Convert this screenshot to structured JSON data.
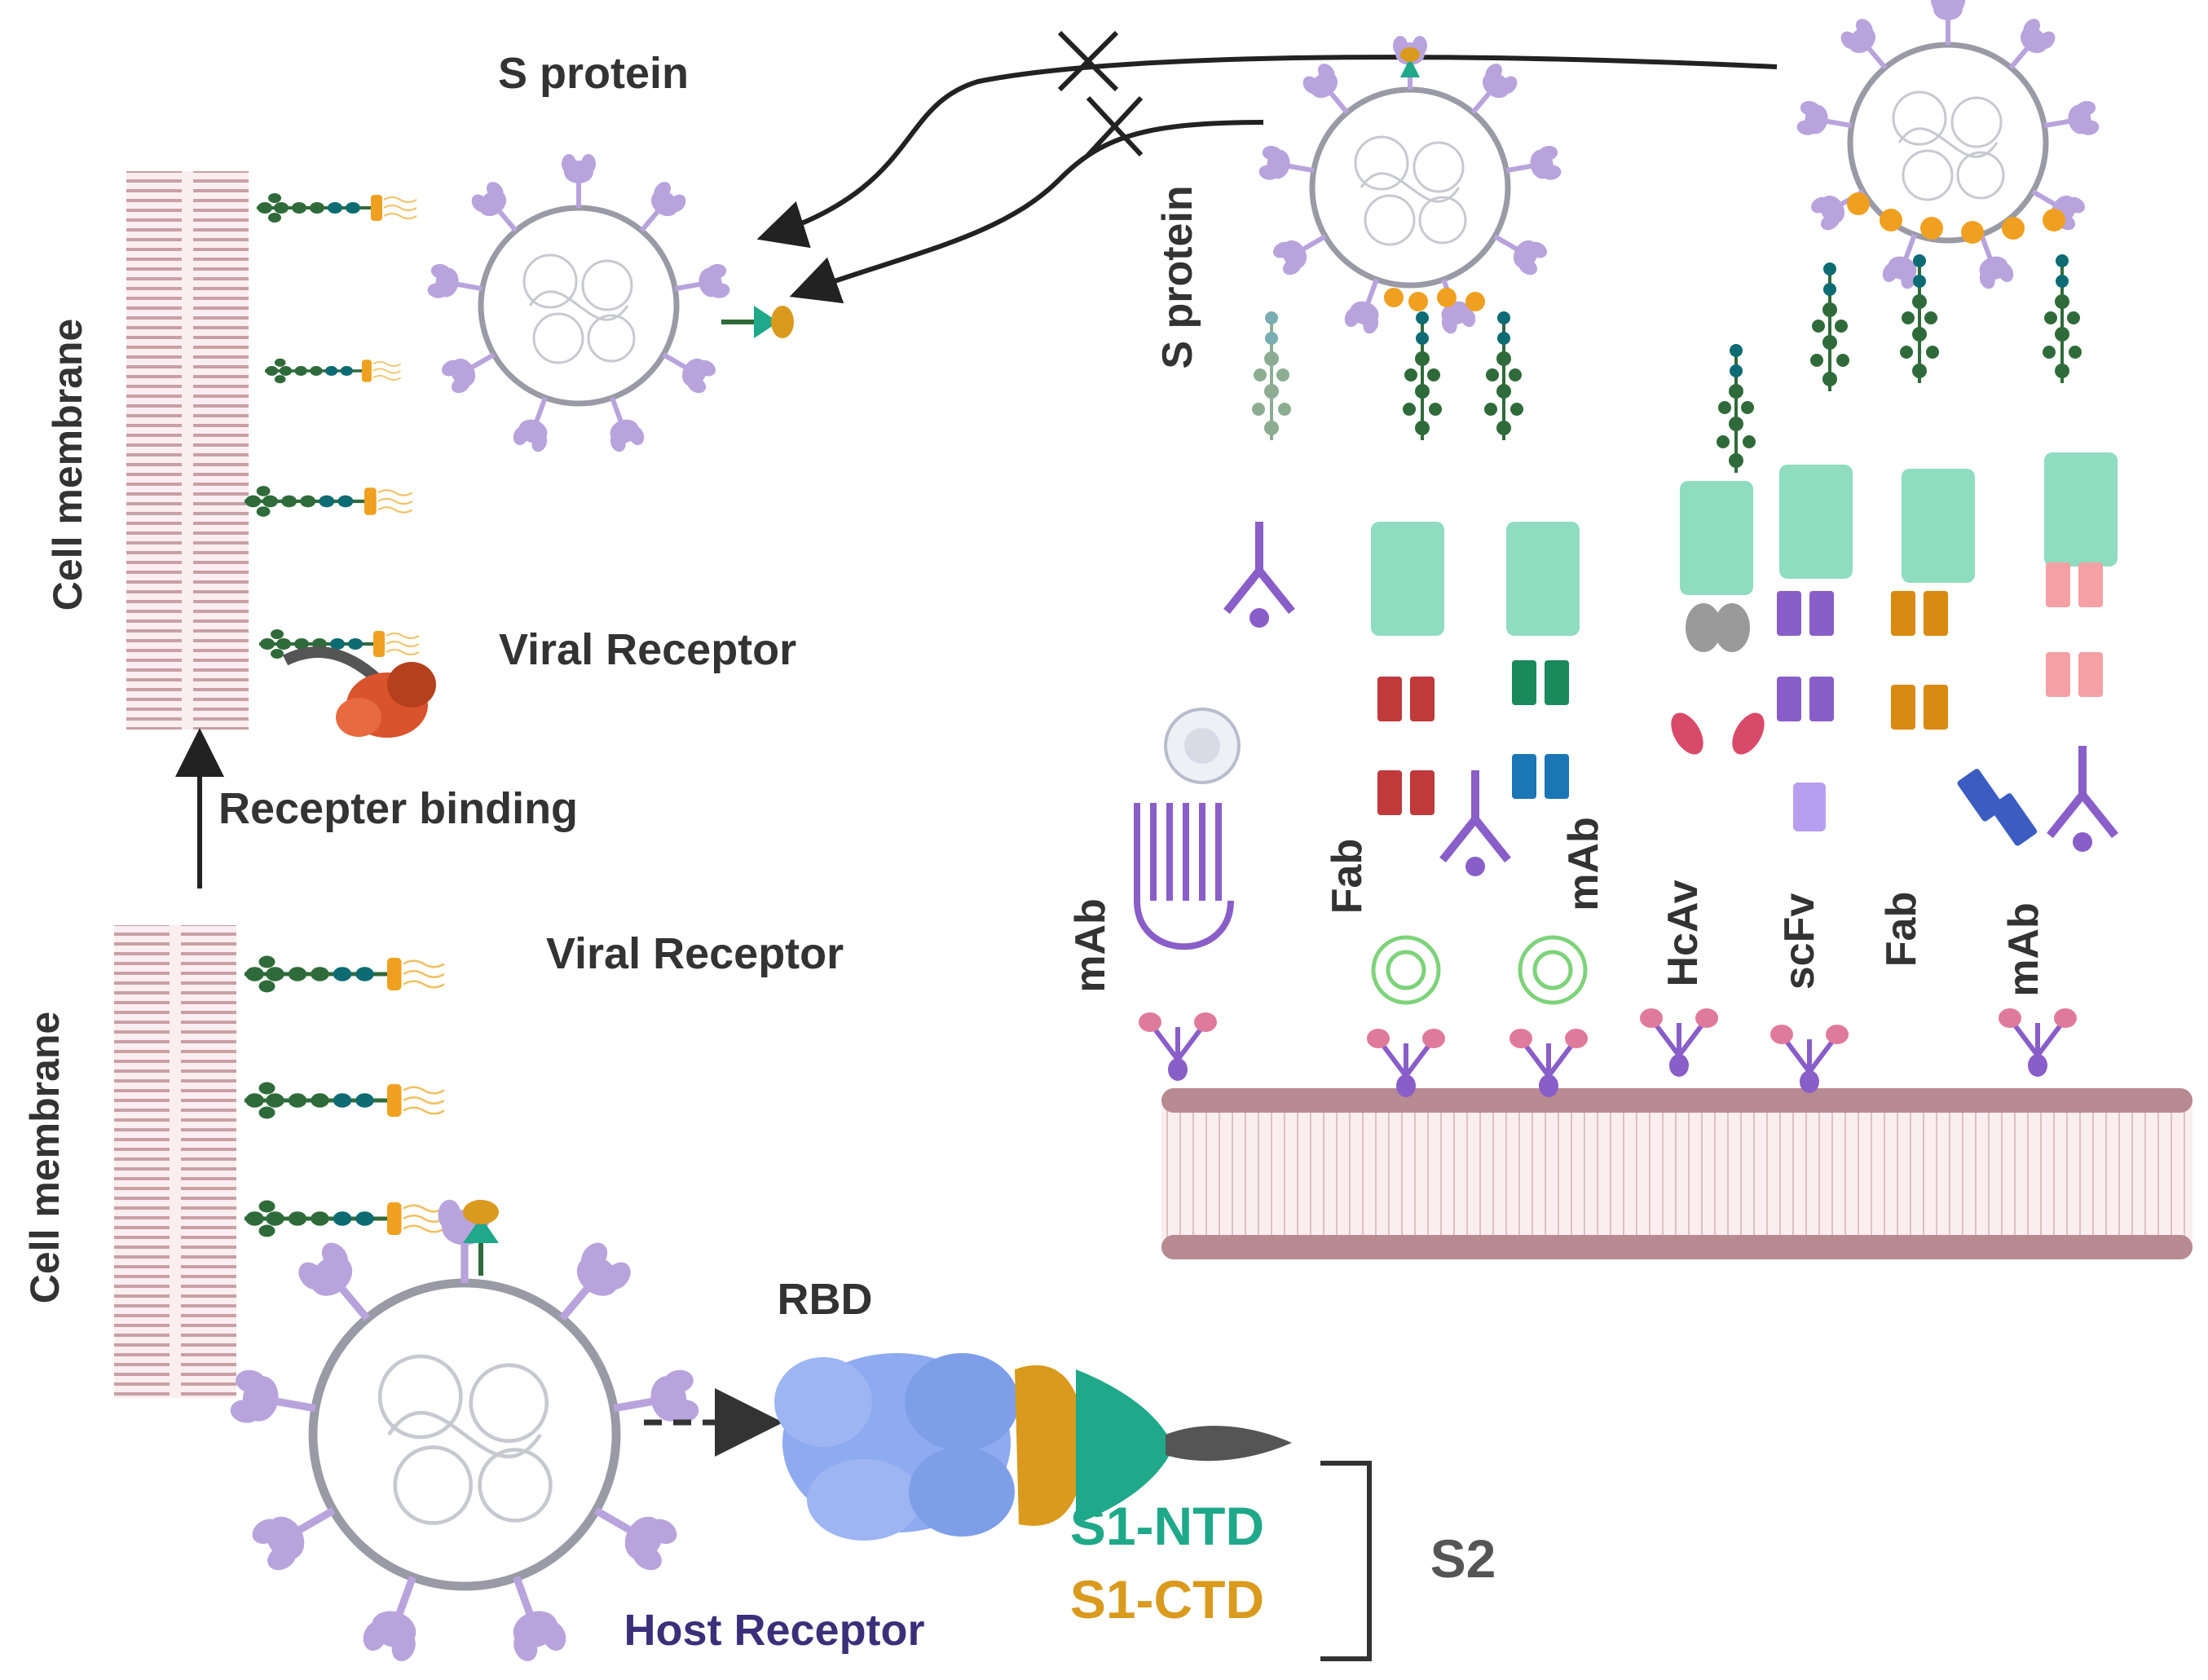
{
  "labels": {
    "s_protein_top": "S protein",
    "s_protein_vertical": "S protein",
    "cell_membrane_top": "Cell membrane",
    "cell_membrane_bottom": "Cell membrane",
    "viral_receptor_top": "Viral Receptor",
    "viral_receptor_bottom": "Viral Receptor",
    "receptor_binding": "Recepter binding",
    "rbd": "RBD",
    "host_receptor": "Host Receptor",
    "s1_ntd": "S1-NTD",
    "s1_ctd": "S1-CTD",
    "s2": "S2"
  },
  "antibody_labels": [
    "mAb",
    "Fab",
    "mAb",
    "HcAv",
    "scFv",
    "Fab",
    "mAb"
  ],
  "colors": {
    "virus_outline": "#9a9aa6",
    "spike": "#b9a3dc",
    "glycan_green": "#2f6b3a",
    "glycan_teal": "#0d6b73",
    "lipid_orange": "#f0a020",
    "membrane_pink": "#c9a0a4",
    "receptor_red": "#d9532c",
    "fab_mint": "#8fdcc1",
    "antibody_purple": "#8a5ec9",
    "rbd_blue": "#8eaaf0",
    "s1_ntd_green": "#1fa88a",
    "s1_ctd_orange": "#d99a1e",
    "host_receptor_navy": "#3b2f7a",
    "s2_gray": "#555555"
  }
}
